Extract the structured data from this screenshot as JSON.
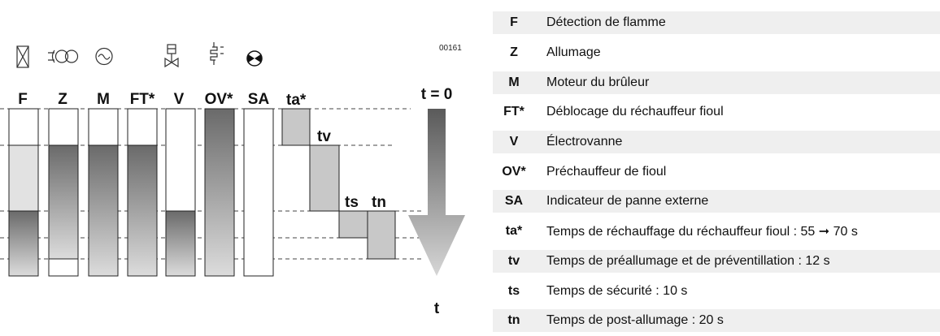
{
  "diagram": {
    "ref_code": "00161",
    "columns": [
      "F",
      "Z",
      "M",
      "FT*",
      "V",
      "OV*",
      "SA"
    ],
    "phase_labels": [
      "ta*",
      "tv",
      "ts",
      "tn"
    ],
    "time_start": "t = 0",
    "time_end": "t",
    "icons": [
      "flame-detector-icon",
      "ignition-icon",
      "motor-icon",
      "oil-heater-release-icon",
      "solenoid-valve-icon",
      "oil-preheater-icon",
      "fault-lamp-icon"
    ]
  },
  "legend": [
    {
      "key": "F",
      "text": "Détection de flamme"
    },
    {
      "key": "Z",
      "text": "Allumage"
    },
    {
      "key": "M",
      "text": "Moteur du brûleur"
    },
    {
      "key": "FT*",
      "text": "Déblocage du réchauffeur fioul"
    },
    {
      "key": "V",
      "text": "Électrovanne"
    },
    {
      "key": "OV*",
      "text": "Préchauffeur de fioul"
    },
    {
      "key": "SA",
      "text": "Indicateur de panne externe"
    },
    {
      "key": "ta*",
      "text": "Temps de réchauffage du réchauffeur fioul : 55 ➞ 70 s"
    },
    {
      "key": "tv",
      "text": "Temps de préallumage et de préventillation : 12 s"
    },
    {
      "key": "ts",
      "text": "Temps de sécurité : 10 s"
    },
    {
      "key": "tn",
      "text": "Temps de post-allumage : 20 s"
    }
  ]
}
